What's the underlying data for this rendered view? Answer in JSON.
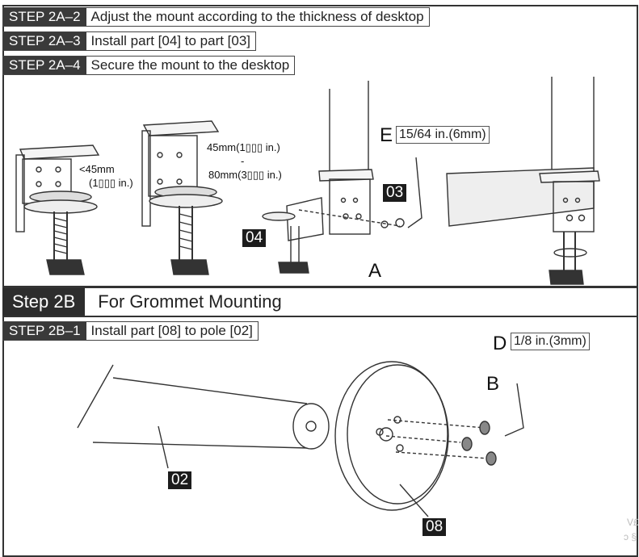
{
  "steps_2a": [
    {
      "tag": "STEP 2A–2",
      "text": "Adjust the mount according to the thickness of desktop"
    },
    {
      "tag": "STEP 2A–3",
      "text": "Install part [04] to part [03]"
    },
    {
      "tag": "STEP 2A–4",
      "text": "Secure the mount to the desktop"
    }
  ],
  "clamp_labels": {
    "thin_a": "<45mm",
    "thin_b": "(1▯▯▯ in.)",
    "range_a": "45mm(1▯▯▯ in.)",
    "range_dash": "-",
    "range_b": "80mm(3▯▯▯ in.)"
  },
  "parts": {
    "p03": "03",
    "p04": "04",
    "p02": "02",
    "p08": "08"
  },
  "tools": {
    "e_letter": "E",
    "e_size": "15/64 in.(6mm)",
    "a_letter": "A",
    "d_letter": "D",
    "d_size": "1/8 in.(3mm)",
    "b_letter": "B"
  },
  "step_2b": {
    "tag": "Step 2B",
    "text": "For Grommet Mounting"
  },
  "step_2b1": {
    "tag": "STEP 2B–1",
    "text": "Install part [08] to pole [02]"
  },
  "watermark": [
    "V£",
    "ɔ §"
  ]
}
